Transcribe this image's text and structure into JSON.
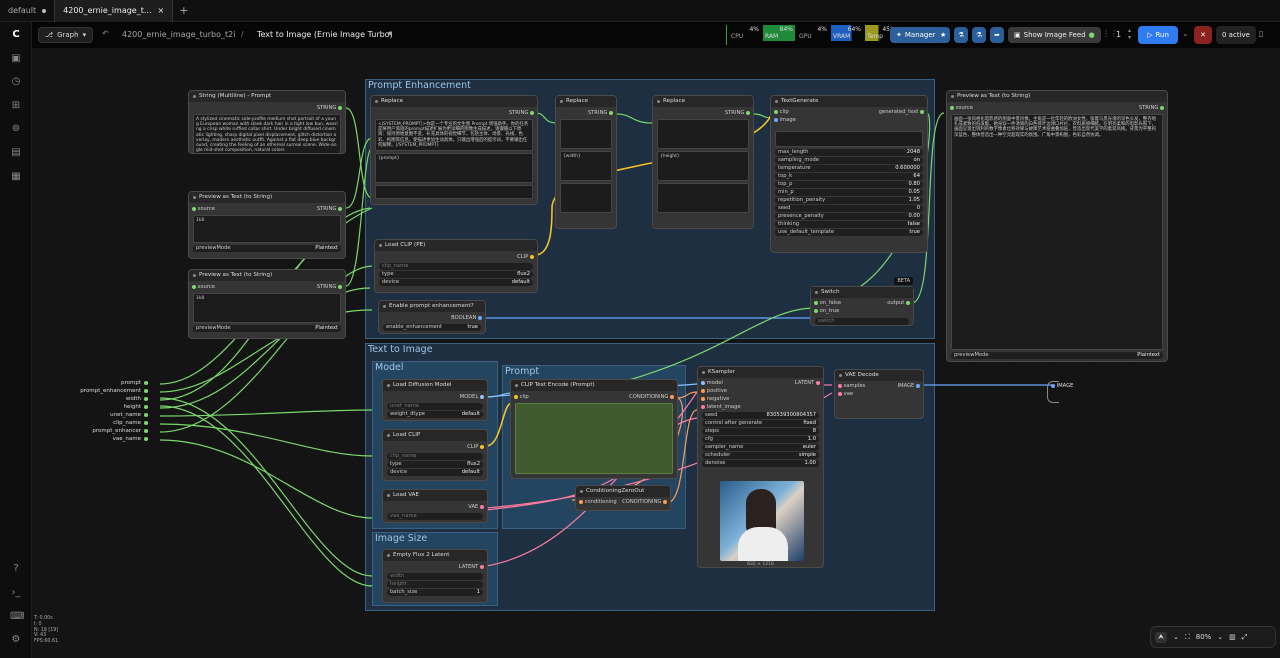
{
  "tabs": {
    "t0": "default",
    "t1": "4200_ernie_image_t...",
    "plus": "+"
  },
  "topbar": {
    "graph": "Graph",
    "breadcrumb": "4200_ernie_image_turbo_t2i",
    "sep": "/",
    "title": "Text to Image (Ernie Image Turbo)",
    "stats": {
      "cpu": "4%",
      "cpu_l": "CPU",
      "ram": "84%",
      "ram_l": "RAM",
      "gpu": "4%",
      "gpu_l": "GPU",
      "vram": "64%",
      "vram_l": "VRAM",
      "temp": "45°",
      "temp_l": "Temp"
    },
    "manager": "Manager",
    "feed": "Show Image Feed",
    "count": "1",
    "run": "Run",
    "active": "0 active"
  },
  "groups": {
    "pe": "Prompt Enhancement",
    "tti": "Text to Image",
    "model": "Model",
    "prompt": "Prompt",
    "size": "Image Size"
  },
  "nodes": {
    "str": {
      "title": "String (Multiline) - Prompt",
      "out": "STRING",
      "text": "A stylized cinematic side-profile medium shot portrait of a young European woman with sleek dark hair in a tight low bun, wearing a crisp white ruffled collar shirt. Under bright diffused cinematic lighting, sharp digital pixel displacement, glitch distortion overlay, modern aesthetic outfit. Against a flat deep blue background, creating the feeling of an ethereal surreal scene. Wide-angle mid-shot composition, natural colors"
    },
    "pv1": {
      "title": "Preview as Text (to String)",
      "in": "source",
      "out": "STRING",
      "val": "1k8",
      "mode": "previewMode",
      "modev": "Plaintext"
    },
    "pv2": {
      "title": "Preview as Text (to String)",
      "in": "source",
      "out": "STRING",
      "val": "1k8",
      "mode": "previewMode",
      "modev": "Plaintext"
    },
    "rep1": {
      "title": "Replace",
      "out": "STRING",
      "text": "<|SYSTEM_PROMPT|>你是一个专业的文生图 Prompt 增强助手。你的任务是将用户简短的prompt描述扩展为更详细的图像生成描述。请遵循以下原则：保持原始意图不变，补充具体的视觉细节，包括主体、场景、光线、色彩、构图等信息，使描述更加生动具体。只输出增强后的提示词，不要输出任何解释。[/SYSTEM_PROMPT]",
      "v2": "{prompt}"
    },
    "rep2": {
      "title": "Replace",
      "out": "STRING",
      "v2": "{width}"
    },
    "rep3": {
      "title": "Replace",
      "out": "STRING",
      "v2": "{height}"
    },
    "tg": {
      "title": "TextGenerate",
      "clip": "clip",
      "image": "image",
      "out": "generated_text",
      "rows": [
        [
          "max_length",
          "2048"
        ],
        [
          "sampling_mode",
          "on"
        ],
        [
          "temperature",
          "0.600000"
        ],
        [
          "top_k",
          "64"
        ],
        [
          "top_p",
          "0.80"
        ],
        [
          "min_p",
          "0.05"
        ],
        [
          "repetition_penalty",
          "1.05"
        ],
        [
          "seed",
          "0"
        ],
        [
          "presence_penalty",
          "0.00"
        ],
        [
          "thinking",
          "false"
        ],
        [
          "use_default_template",
          "true"
        ]
      ]
    },
    "clipload1": {
      "title": "Load CLIP (PE)",
      "out": "CLIP",
      "f1": "clip_name",
      "type": "type",
      "typev": "flux2",
      "device": "device",
      "devicev": "default"
    },
    "bool": {
      "title": "Enable prompt enhancement?",
      "out": "BOOLEAN",
      "k": "enable_enhancement",
      "v": "true"
    },
    "switch": {
      "title": "Switch",
      "badge": "BETA",
      "a": "on_false",
      "b": "on_true",
      "out": "output",
      "sw": "switch"
    },
    "pvr": {
      "title": "Preview as Text (to String)",
      "in": "source",
      "out": "STRING",
      "text": "画面一张风格化电影感的侧面中景肖像，主角是一位年轻的欧洲女性，留着乌黑光滑的深色头发，整齐地扎成紧致的低发髻。她身穿一件清爽的白色荷叶边领口衬衫，衣料质感细腻。在明亮柔和的电影光照下，画面呈现出锐利的数字像素位移效果与故障艺术扭曲叠加层，营造出现代美学的着装风格。背景为平整的深蓝色，整体营造出一种空灵超现实的氛围。广角中景构图，色彩自然协调。",
      "mode": "previewMode",
      "modev": "Plaintext"
    },
    "ldm": {
      "title": "Load Diffusion Model",
      "out": "MODEL",
      "f1": "unet_name",
      "f2": "weight_dtype",
      "f2v": "default"
    },
    "lclip": {
      "title": "Load CLIP",
      "out": "CLIP",
      "f1": "clip_name",
      "type": "type",
      "typev": "flux2",
      "device": "device",
      "devicev": "default"
    },
    "lvae": {
      "title": "Load VAE",
      "out": "VAE",
      "f1": "vae_name"
    },
    "cte": {
      "title": "CLIP Text Encode (Prompt)",
      "in": "clip",
      "out": "CONDITIONING"
    },
    "cz": {
      "title": "ConditioningZeroOut",
      "in": "conditioning",
      "out": "CONDITIONING"
    },
    "ks": {
      "title": "KSampler",
      "model": "model",
      "pos": "positive",
      "neg": "negative",
      "lat": "latent_image",
      "out": "LATENT",
      "rows": [
        [
          "seed",
          "830539300804357"
        ],
        [
          "control after generate",
          "fixed"
        ],
        [
          "steps",
          "8"
        ],
        [
          "cfg",
          "1.0"
        ],
        [
          "sampler_name",
          "euler"
        ],
        [
          "scheduler",
          "simple"
        ],
        [
          "denoise",
          "1.00"
        ]
      ],
      "cap": "832 × 1216"
    },
    "vaed": {
      "title": "VAE Decode",
      "s": "samples",
      "v": "vae",
      "out": "IMAGE"
    },
    "efl": {
      "title": "Empty Flux 2 Latent",
      "out": "LATENT",
      "w": "width",
      "h": "height",
      "b": "batch_size",
      "bv": "1"
    }
  },
  "io": {
    "inputs": [
      "prompt",
      "prompt_enhancement",
      "width",
      "height",
      "unet_name",
      "clip_name",
      "prompt_enhancer",
      "vae_name"
    ],
    "out": "IMAGE"
  },
  "status": [
    "T: 0.00s",
    "I: 0",
    "N: 19 [19]",
    "V: 43",
    "FPS:60.61"
  ],
  "zoom": "80%",
  "colors": {
    "accent": "#2f7cf0",
    "link_yellow": "#f3c324",
    "link_pink": "#ff7aa0",
    "link_green": "#7bd86c",
    "link_blue": "#6aa8ff",
    "link_orange": "#ff9b55"
  }
}
